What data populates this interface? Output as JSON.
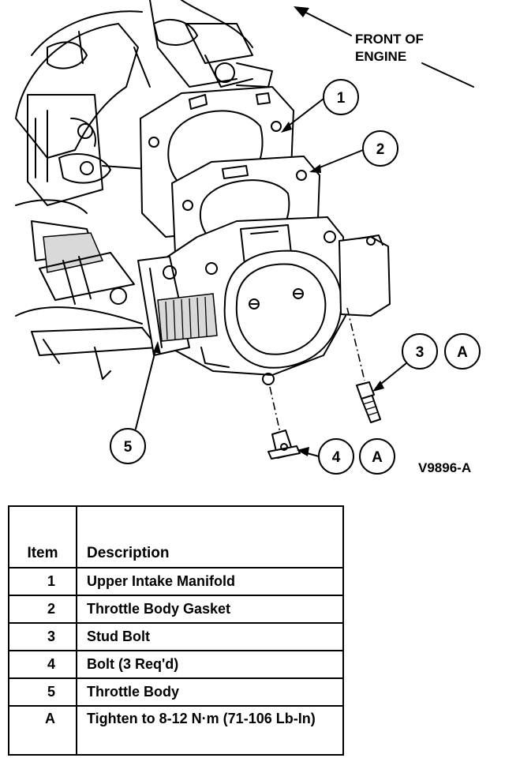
{
  "diagram": {
    "front_label_line1": "FRONT OF",
    "front_label_line2": "ENGINE",
    "figure_id": "V9896-A",
    "callouts": {
      "c1": "1",
      "c2": "2",
      "c3": "3",
      "c3a": "A",
      "c4": "4",
      "c4a": "A",
      "c5": "5"
    }
  },
  "legend": {
    "header_item": "Item",
    "header_description": "Description",
    "rows": [
      {
        "item": "1",
        "description": "Upper Intake Manifold"
      },
      {
        "item": "2",
        "description": "Throttle Body Gasket"
      },
      {
        "item": "3",
        "description": "Stud Bolt"
      },
      {
        "item": "4",
        "description": "Bolt (3 Req'd)"
      },
      {
        "item": "5",
        "description": "Throttle Body"
      },
      {
        "item": "A",
        "description": "Tighten to 8-12 N·m (71-106 Lb-In)"
      }
    ]
  }
}
